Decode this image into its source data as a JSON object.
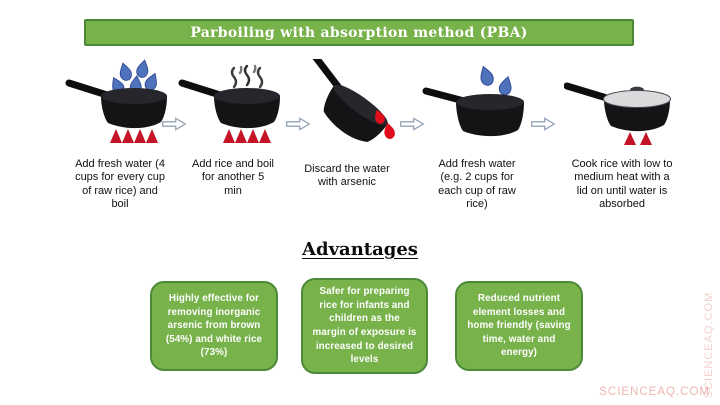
{
  "title": "Parboiling with absorption method (PBA)",
  "steps": [
    {
      "icon": "pot-water-drops-flames-icon",
      "caption": "Add fresh water (4 cups for every cup of raw rice) and boil"
    },
    {
      "icon": "pot-steam-flames-icon",
      "caption": "Add rice and boil for another 5 min"
    },
    {
      "icon": "pot-tilted-pouring-icon",
      "caption": "Discard the water with arsenic"
    },
    {
      "icon": "pot-water-drops-icon",
      "caption": "Add fresh water (e.g. 2 cups for each cup of raw rice)"
    },
    {
      "icon": "pot-lid-flames-icon",
      "caption": "Cook rice with low to medium heat with a lid on until water is absorbed"
    }
  ],
  "advantages": {
    "heading": "Advantages",
    "items": [
      "Highly effective for removing inorganic arsenic from brown (54%) and white rice (73%)",
      "Safer for preparing rice for infants and children as the margin of exposure is increased to desired levels",
      "Reduced nutrient element losses and home friendly (saving time, water and energy)"
    ]
  },
  "watermarks": {
    "bottom": "SCIENCEAQ.COM",
    "side": "SCIENCEAQ.COM"
  },
  "colors": {
    "green": "#77b24a",
    "green_border": "#4c8a38",
    "pot_black": "#141417",
    "pot_rim": "#26262c",
    "lid_gray": "#d9dadc",
    "drop_blue": "#4f72bd",
    "drop_blue_border": "#35509b",
    "flame_red": "#c41425",
    "arsenic_red": "#e00d1c",
    "arrow_outline": "#93a3b5",
    "watermark_pink": "#eba9a4"
  }
}
